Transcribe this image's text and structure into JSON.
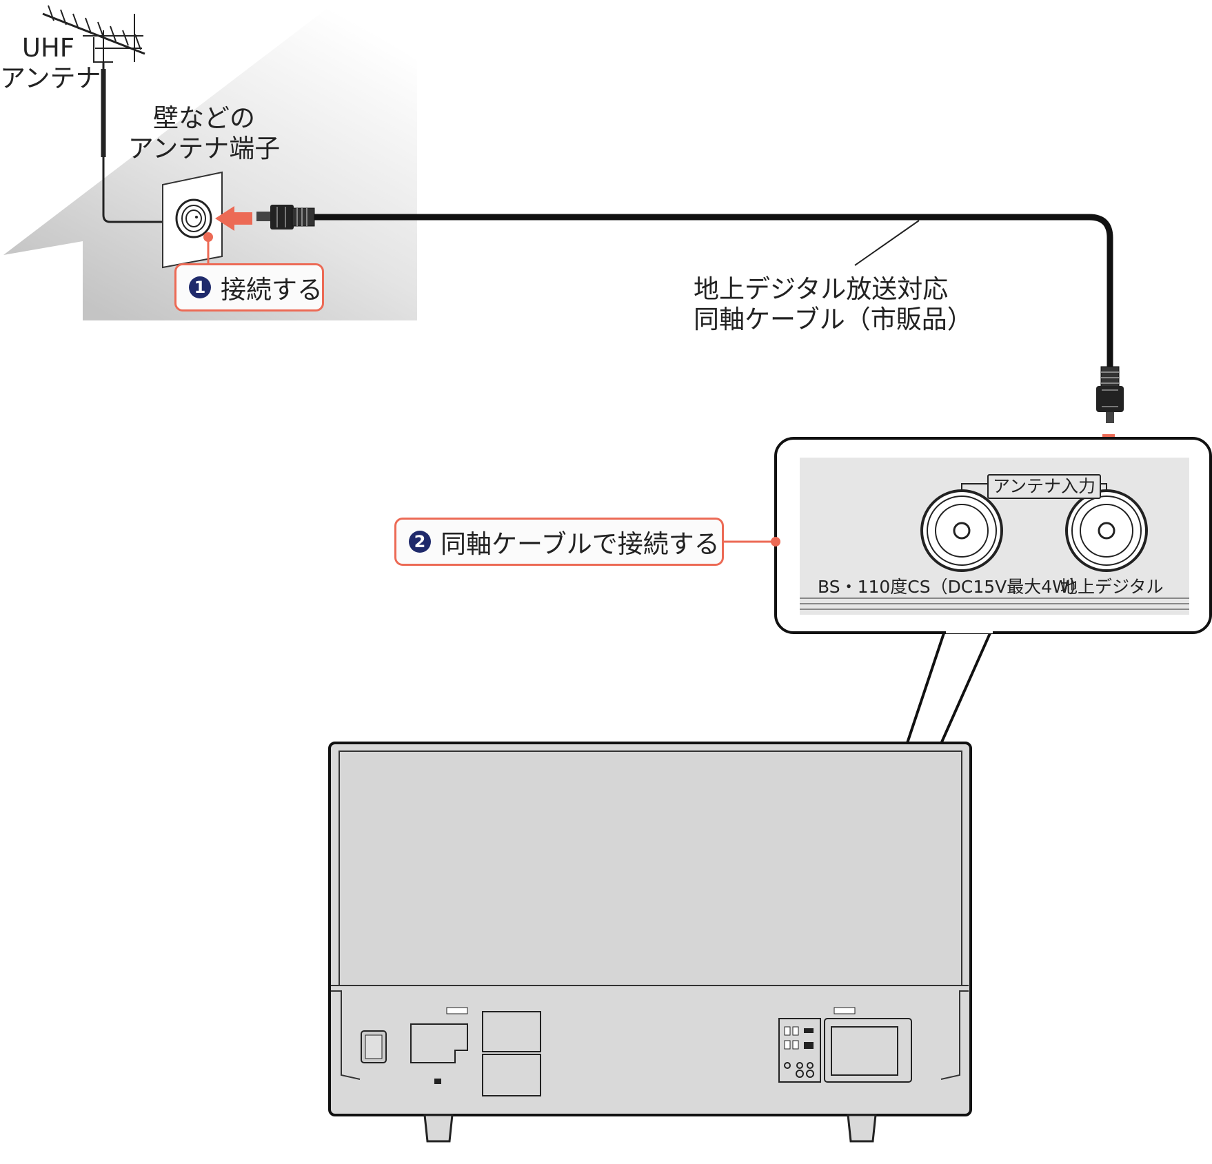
{
  "antenna_label": [
    "UHF",
    "アンテナ"
  ],
  "wall_terminal_label": [
    "壁などの",
    "アンテナ端子"
  ],
  "cable_label": [
    "地上デジタル放送対応",
    "同軸ケーブル（市販品）"
  ],
  "step1": {
    "number": "1",
    "text": "接続する"
  },
  "step2": {
    "number": "2",
    "text": "同軸ケーブルで接続する"
  },
  "panel": {
    "group_label": "アンテナ入力",
    "port_bs_label": "BS・110度CS（DC15V最大4W）",
    "port_terrestrial_label": "地上デジタル"
  },
  "colors": {
    "accent": "#ec6a55",
    "badge": "#1f2a6b",
    "tv_body": "#d9d9d9",
    "panel_bg": "#e6e6e6"
  }
}
